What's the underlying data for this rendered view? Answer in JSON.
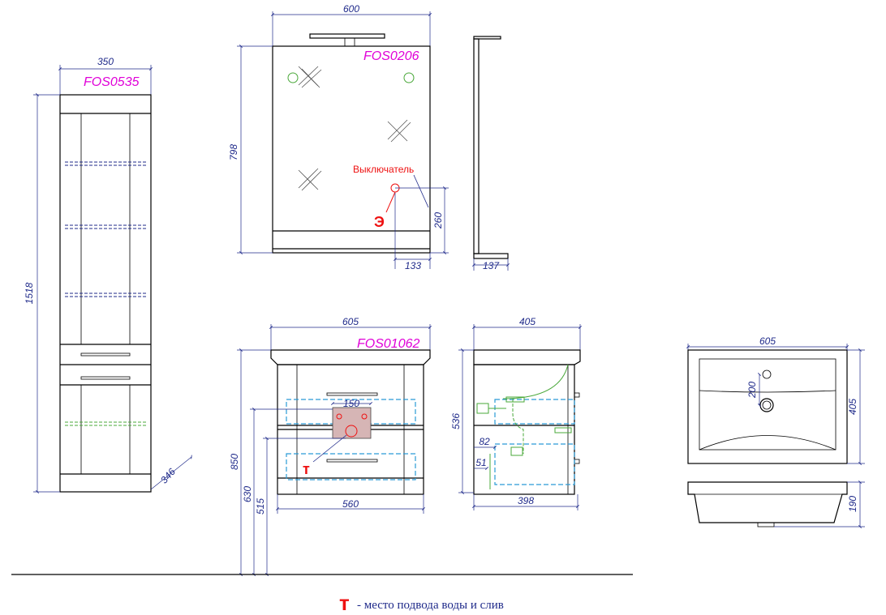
{
  "products": {
    "column": {
      "code": "FOS0535",
      "width": "350",
      "height": "1518",
      "depth": "346"
    },
    "mirror": {
      "code": "FOS0206",
      "width": "600",
      "height": "798",
      "switch_height": "260",
      "switch_offset": "133",
      "side_depth": "137",
      "switch_label": "Выключатель",
      "socket_symbol": "Э"
    },
    "vanity": {
      "code": "FOS01062",
      "top_width": "605",
      "body_width": "560",
      "height": "850",
      "water_height": "630",
      "drain_height": "515",
      "opening_width": "150",
      "water_symbol": "т"
    },
    "vanity_side": {
      "depth": "405",
      "body_depth": "398",
      "height": "536",
      "offset_82": "82",
      "offset_51": "51"
    },
    "basin": {
      "width": "605",
      "depth": "405",
      "tap_offset": "200",
      "height": "190"
    }
  },
  "legend": {
    "symbol": "т",
    "text": "- место подвода воды и слив"
  }
}
